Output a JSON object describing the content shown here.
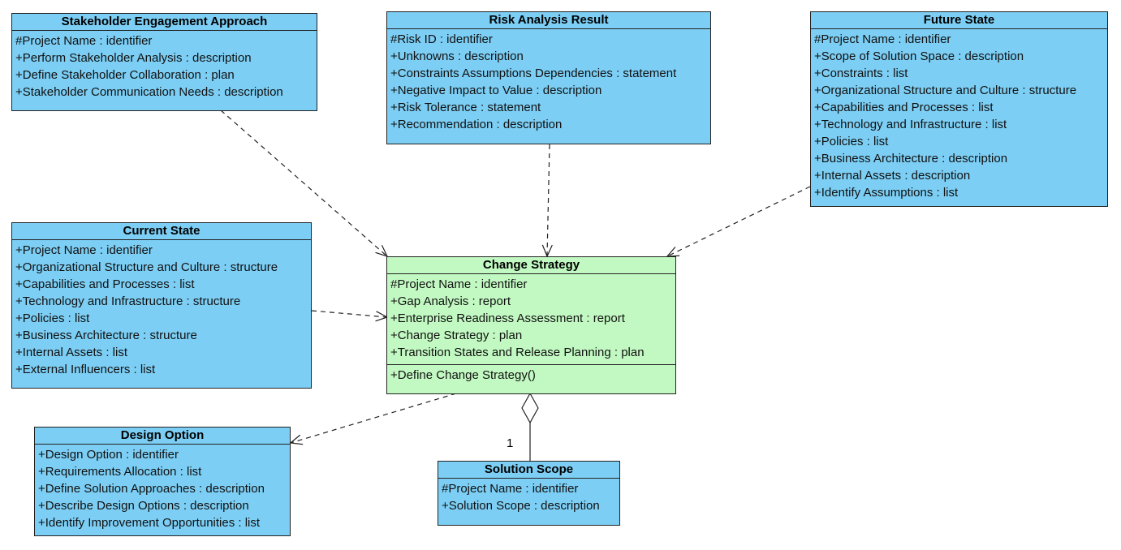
{
  "classes": {
    "stakeholder": {
      "name": "Stakeholder Engagement Approach",
      "attributes": [
        "#Project Name : identifier",
        "+Perform Stakeholder Analysis : description",
        "+Define Stakeholder Collaboration : plan",
        "+Stakeholder Communication Needs : description"
      ]
    },
    "risk": {
      "name": "Risk Analysis Result",
      "attributes": [
        "#Risk ID : identifier",
        "+Unknowns : description",
        "+Constraints Assumptions Dependencies : statement",
        "+Negative Impact to Value : description",
        "+Risk Tolerance : statement",
        "+Recommendation : description"
      ]
    },
    "future": {
      "name": "Future State",
      "attributes": [
        "#Project Name : identifier",
        "+Scope of Solution Space : description",
        "+Constraints : list",
        "+Organizational Structure and Culture : structure",
        "+Capabilities and Processes : list",
        "+Technology and Infrastructure : list",
        "+Policies : list",
        "+Business Architecture : description",
        "+Internal Assets : description",
        "+Identify Assumptions : list"
      ]
    },
    "current": {
      "name": "Current State",
      "attributes": [
        "+Project Name : identifier",
        "+Organizational Structure and Culture : structure",
        "+Capabilities and Processes : list",
        "+Technology and Infrastructure : structure",
        "+Policies : list",
        "+Business Architecture : structure",
        "+Internal Assets : list",
        "+External Influencers : list"
      ]
    },
    "change": {
      "name": "Change Strategy",
      "attributes": [
        "#Project Name : identifier",
        "+Gap Analysis : report",
        "+Enterprise Readiness Assessment : report",
        "+Change Strategy : plan",
        "+Transition States and Release Planning : plan"
      ],
      "operations": [
        "+Define Change Strategy()"
      ]
    },
    "design": {
      "name": "Design Option",
      "attributes": [
        "+Design Option : identifier",
        "+Requirements Allocation : list",
        "+Define Solution Approaches : description",
        "+Describe Design Options : description",
        "+Identify Improvement Opportunities : list"
      ]
    },
    "scope": {
      "name": "Solution Scope",
      "attributes": [
        "#Project Name : identifier",
        "+Solution Scope : description"
      ]
    }
  },
  "multiplicity": {
    "scope_aggregation": "1"
  },
  "colors": {
    "class_fill": "#7ccef4",
    "center_fill": "#c2f9c2",
    "line": "#222222"
  }
}
